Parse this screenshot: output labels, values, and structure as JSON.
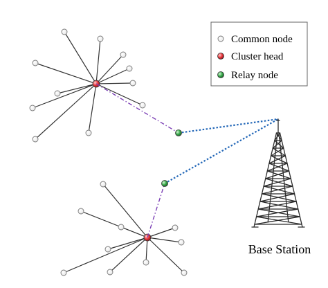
{
  "legend": {
    "items": [
      {
        "key": "common",
        "label": "Common node"
      },
      {
        "key": "cluster",
        "label": "Cluster head"
      },
      {
        "key": "relay",
        "label": "Relay node"
      }
    ]
  },
  "base_station": {
    "label": "Base Station"
  },
  "colors": {
    "spoke": "#333333",
    "node_outline": "#555555",
    "common_fill": "#ffffff",
    "cluster_head": "#e8343a",
    "relay_node": "#37a84a",
    "cluster_to_relay_link": "#7b3fb5",
    "relay_to_base_link": "#2468b8",
    "tower": "#2a2a2a"
  },
  "icons": {
    "common": "hollow-circle",
    "cluster": "red-sphere",
    "relay": "green-sphere",
    "base_station": "lattice-tower"
  }
}
